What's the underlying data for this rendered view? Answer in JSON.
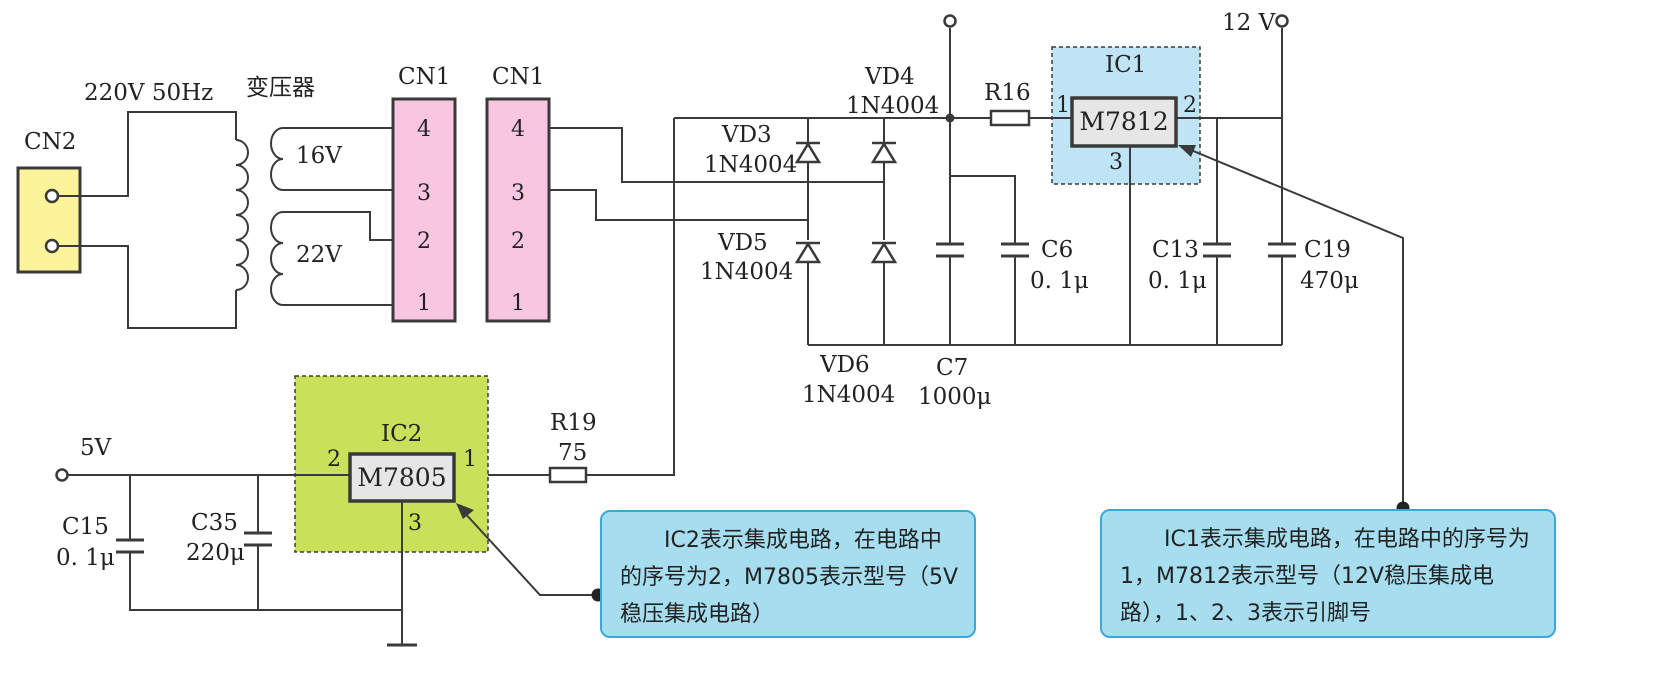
{
  "labels": {
    "cn2": "CN2",
    "mains": "220V 50Hz",
    "transformer": "变压器",
    "cn1_left": "CN1",
    "cn1_right": "CN1",
    "winding_16v": "16V",
    "winding_22v": "22V",
    "vd3": "VD3",
    "vd3_part": "1N4004",
    "vd4": "VD4",
    "vd4_part": "1N4004",
    "vd5": "VD5",
    "vd5_part": "1N4004",
    "vd6": "VD6",
    "vd6_part": "1N4004",
    "r16": "R16",
    "ic1": "IC1",
    "ic1_model": "M7812",
    "v12": "12 V",
    "c6": "C6",
    "c6_val": "0. 1μ",
    "c7": "C7",
    "c7_val": "1000μ",
    "c13": "C13",
    "c13_val": "0. 1μ",
    "c19": "C19",
    "c19_val": "470μ",
    "v5": "5V",
    "ic2": "IC2",
    "ic2_model": "M7805",
    "r19": "R19",
    "r19_val": "75",
    "c15": "C15",
    "c15_val": "0. 1μ",
    "c35": "C35",
    "c35_val": "220μ"
  },
  "pins": {
    "cn1": [
      "4",
      "3",
      "2",
      "1"
    ],
    "ic1_in": "1",
    "ic1_out": "2",
    "ic1_gnd": "3",
    "ic2_in": "1",
    "ic2_out": "2",
    "ic2_gnd": "3"
  },
  "notes": {
    "ic2": "IC2表示集成电路，在电路中的序号为2，M7805表示型号（5V稳压集成电路）",
    "ic1": "IC1表示集成电路，在电路中的序号为1，M7812表示型号（12V稳压集成电路），1、2、3表示引脚号"
  },
  "colors": {
    "cn2_fill": "#fdf39a",
    "cn1_fill": "#f9c6e2",
    "ic1_highlight": "#bfe4f5",
    "ic2_highlight": "#c9e05a",
    "ic_body": "#e6e6e6",
    "note_fill": "#a6def0",
    "note_border": "#3aa8d8"
  }
}
